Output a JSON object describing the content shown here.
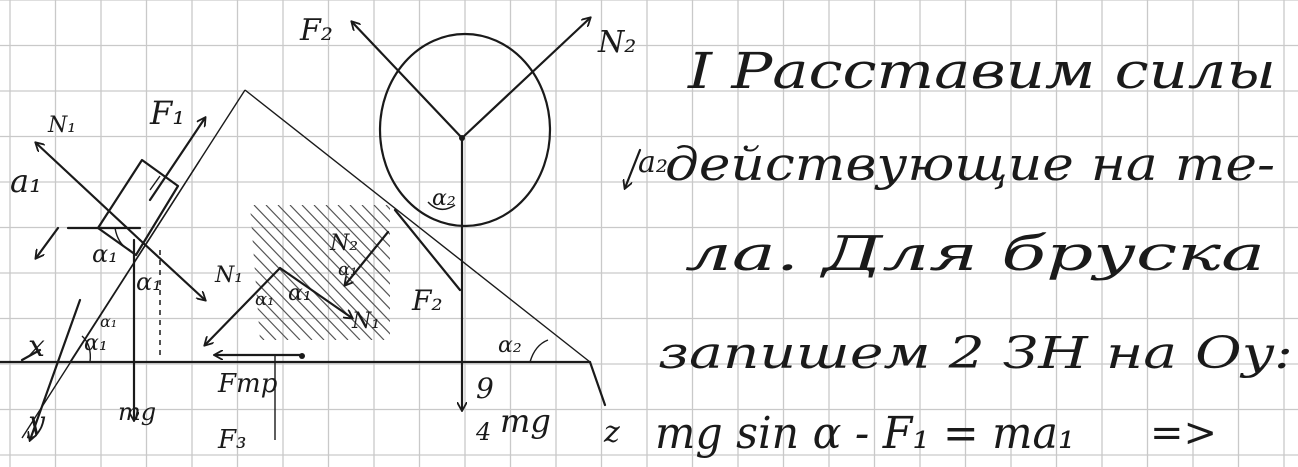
{
  "diagram": {
    "labels": {
      "F2_top": "F₂",
      "N2_top": "N₂",
      "F1": "F₁",
      "N1": "N₁",
      "a1_left": "a₁",
      "alpha1_a": "α₁",
      "alpha1_b": "α₁",
      "alpha1_c": "α₁",
      "alpha1_d": "α₁",
      "alpha1_e": "α₁",
      "N1_mid": "N₁",
      "N2_mid": "N₂",
      "alpha1_mid": "α₁",
      "F2_mid": "F₂",
      "N1_right": "N₁",
      "alpha2_ball": "α₂",
      "alpha2_right": "α₂",
      "a2": "a₂",
      "x_axis": "x",
      "y_axis": "y",
      "mg": "mg",
      "Ftp": "Fтр",
      "F3": "F₃",
      "nine_quarter": "9",
      "four": "4",
      "mg_right": "mg",
      "z": "z"
    }
  },
  "text": {
    "line1": "I Расставим силы",
    "line2": "действующие на те-",
    "line3": "ла. Для бруска",
    "line4": "запишем 2 ЗН на Oy:",
    "line5": "mg sin α - F₁ = ma₁",
    "arrow": "=>"
  }
}
